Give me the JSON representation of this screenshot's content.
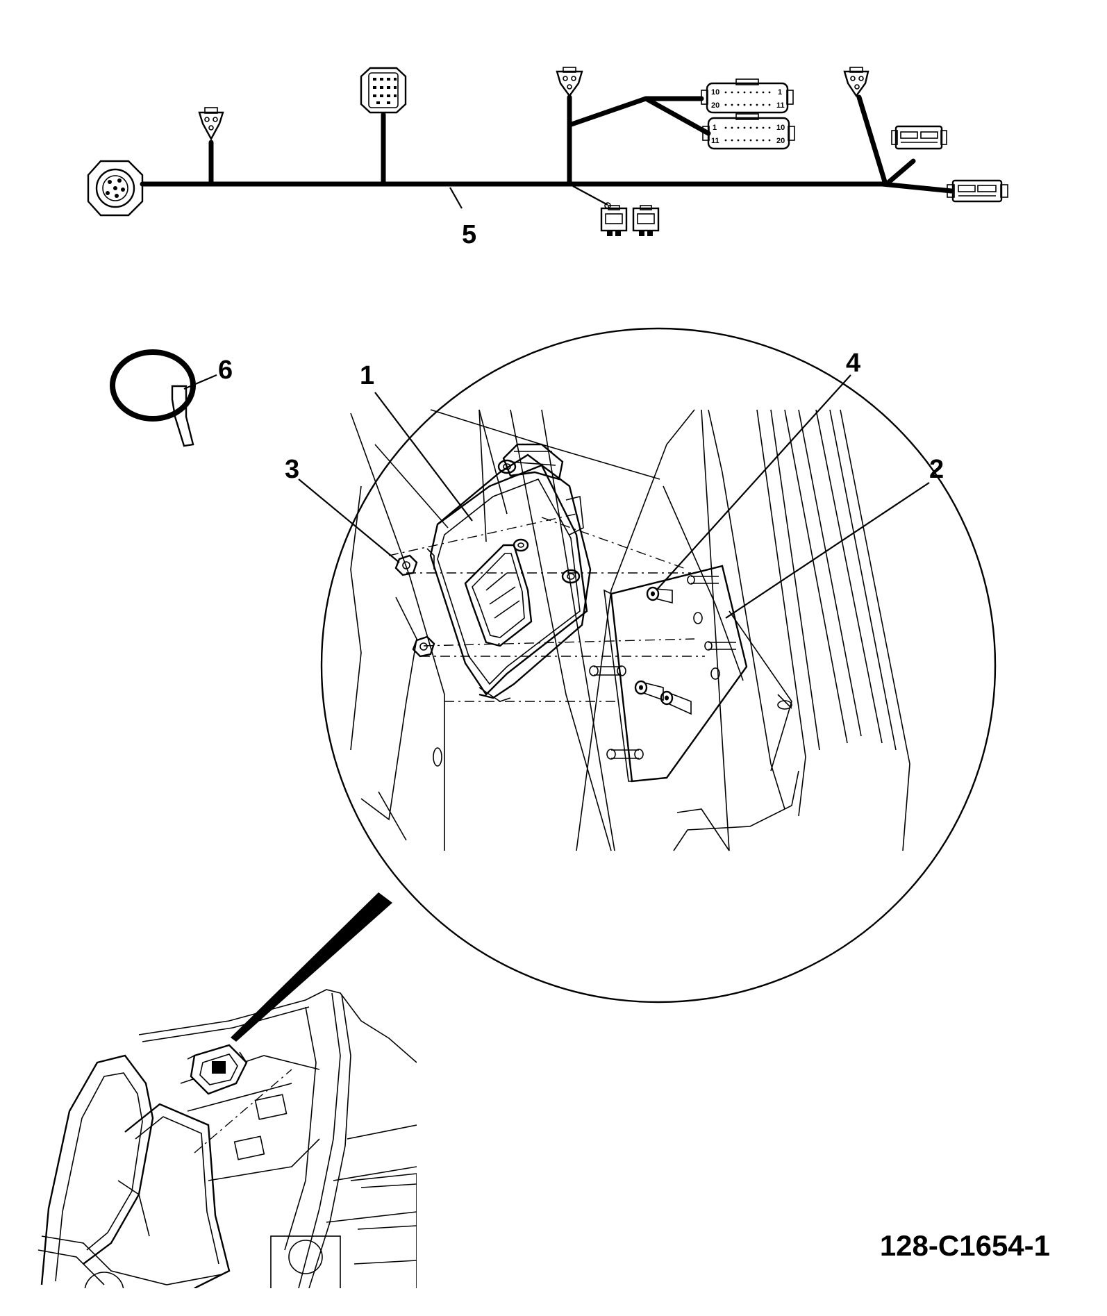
{
  "callouts": {
    "ecu": "1",
    "bracket": "2",
    "nut": "3",
    "bolt": "4",
    "harness": "5",
    "cable_tie": "6"
  },
  "document_number": "128-C1654-1",
  "connector_pins": {
    "upper_top_left": "10",
    "upper_top_right": "1",
    "upper_bottom_left": "20",
    "upper_bottom_right": "11",
    "lower_top_left": "1",
    "lower_top_right": "10",
    "lower_bottom_left": "11",
    "lower_bottom_right": "20"
  }
}
